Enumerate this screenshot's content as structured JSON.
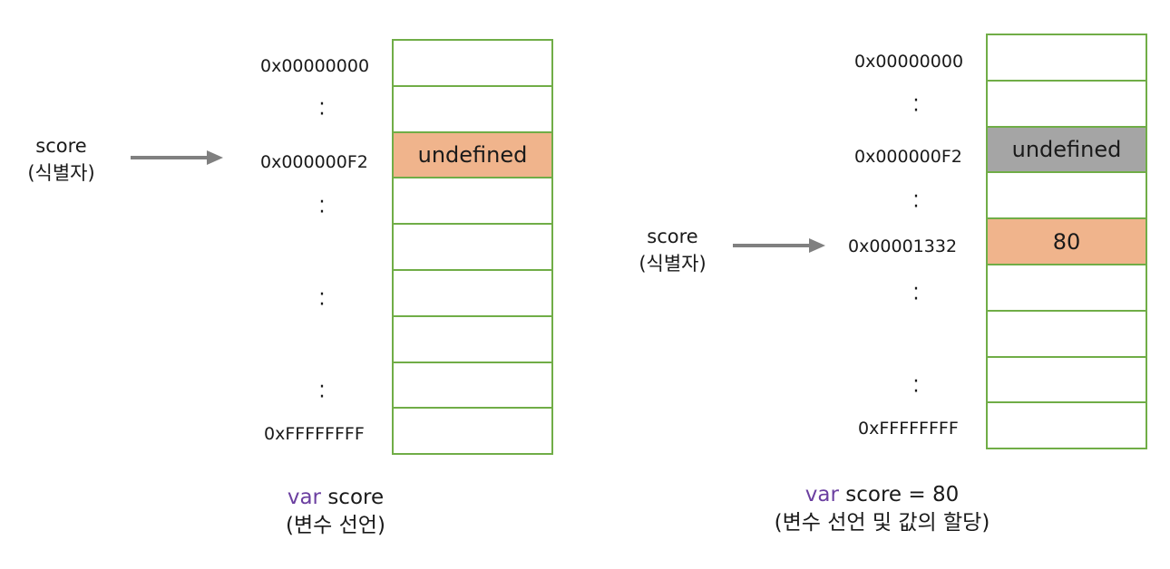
{
  "left": {
    "identifier": {
      "name": "score",
      "kind": "(식별자)"
    },
    "addresses": {
      "start": "0x00000000",
      "var": "0x000000F2",
      "end": "0xFFFFFFFF"
    },
    "cells": [
      "",
      "",
      "undefined",
      "",
      "",
      "",
      "",
      "",
      ""
    ],
    "caption": {
      "keyword": "var",
      "code": " score",
      "note": "(변수 선언)"
    }
  },
  "right": {
    "identifier": {
      "name": "score",
      "kind": "(식별자)"
    },
    "addresses": {
      "start": "0x00000000",
      "old": "0x000000F2",
      "new": "0x00001332",
      "end": "0xFFFFFFFF"
    },
    "cells": [
      "",
      "",
      "undefined",
      "",
      "80",
      "",
      "",
      "",
      ""
    ],
    "caption": {
      "keyword": "var",
      "code": " score = 80",
      "note": "(변수 선언 및 값의 할당)"
    }
  },
  "colors": {
    "border": "#70ad47",
    "highlight": "#f0b48c",
    "stale": "#a5a5a5",
    "arrow": "#808080",
    "keyword": "#6b3fa0"
  }
}
